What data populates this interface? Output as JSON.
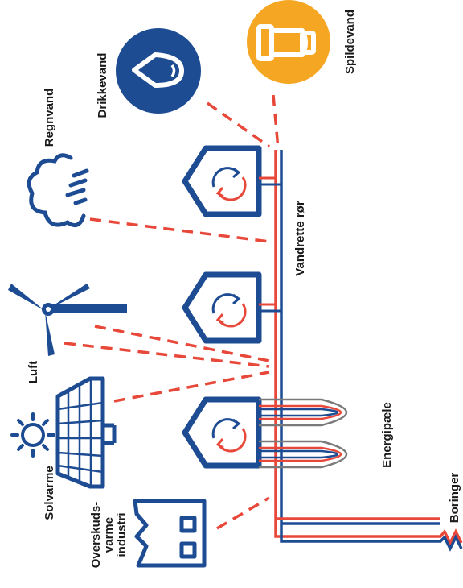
{
  "labels": {
    "spildevand": "Spildevand",
    "drikkevand": "Drikkevand",
    "regnvand": "Regnvand",
    "vandrette_ror": "Vandrette rør",
    "luft": "Luft",
    "solvarme": "Solvarme",
    "energipaele": "Energipæle",
    "overskud_line1": "Overskuds-",
    "overskud_line2": "varme",
    "overskud_line3": "industri",
    "boringer": "Boringer"
  },
  "colors": {
    "navy": "#1d4c93",
    "red": "#e8483a",
    "orange": "#f5a623",
    "grey": "#7a7a7a"
  }
}
